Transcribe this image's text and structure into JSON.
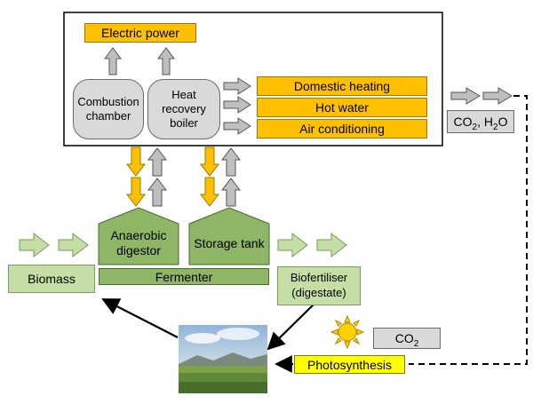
{
  "system_box": {
    "electric_power": "Electric power",
    "combustion_chamber": "Combustion chamber",
    "heat_recovery_boiler": "Heat recovery boiler",
    "domestic_heating": "Domestic heating",
    "hot_water": "Hot water",
    "air_conditioning": "Air conditioning"
  },
  "emissions": {
    "co2_h2o_prefix": "CO",
    "co2_h2o_mid": ", H",
    "co2_h2o_suffix": "O",
    "sub2": "2"
  },
  "fermenter": {
    "anaerobic_digestor": "Anaerobic digestor",
    "storage_tank": "Storage tank",
    "fermenter_label": "Fermenter"
  },
  "cycle": {
    "biomass": "Biomass",
    "biofertiliser": "Biofertiliser (digestate)",
    "photosynthesis": "Photosynthesis",
    "co2_prefix": "CO",
    "sub2": "2"
  },
  "colors": {
    "orange": "#ffc000",
    "grey": "#d9d9d9",
    "light_green": "#c5dea6",
    "dark_green": "#8fb567",
    "yellow": "#ffff00"
  }
}
